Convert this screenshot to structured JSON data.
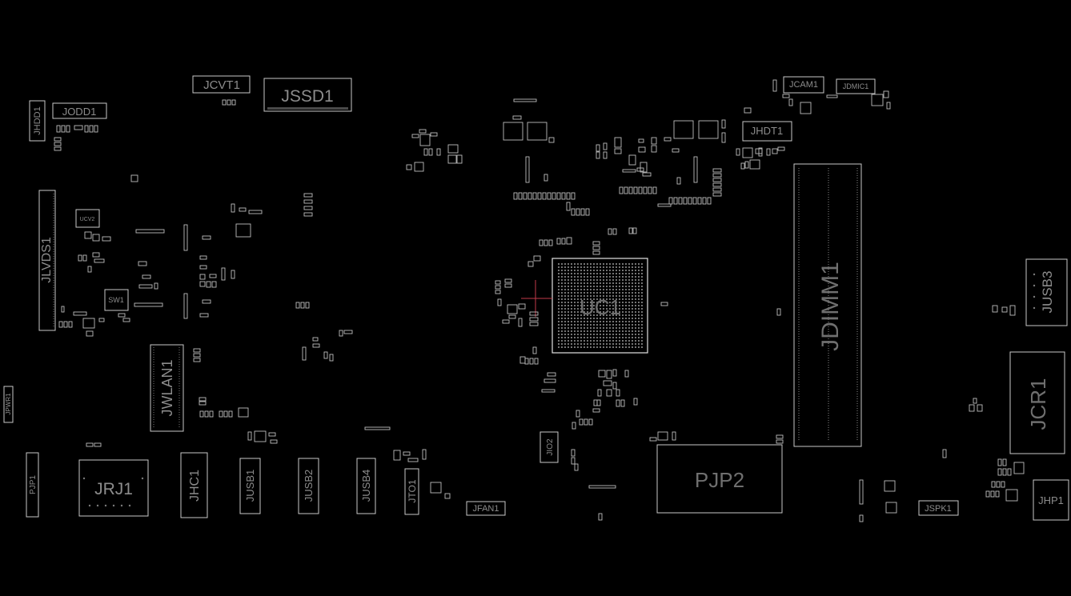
{
  "title": "",
  "labels": {
    "jhdd1": "JHDD1",
    "jodd1": "JODD1",
    "jcvt1": "JCVT1",
    "jssd1": "JSSD1",
    "jcam1": "JCAM1",
    "jdmic1": "JDMIC1",
    "jhdt1": "JHDT1",
    "ucv2": "UCV2",
    "jlvds1": "JLVDS1",
    "sw1": "SW1",
    "jwlan1": "JWLAN1",
    "jpwr1": "JPWR1",
    "jpj1": "PJP1",
    "jrj1": "JRJ1",
    "jhc1": "JHC1",
    "jusb1": "JUSB1",
    "jusb2": "JUSB2",
    "jusb4": "JUSB4",
    "jto1": "JTO1",
    "jfan1": "JFAN1",
    "jio2": "JIO2",
    "uc1": "UC1",
    "pjp2": "PJP2",
    "jdimm1": "JDIMM1",
    "jusb3": "JUSB3",
    "jcr1": "JCR1",
    "jspk1": "JSPK1",
    "jhp1": "JHP1"
  },
  "colors": {
    "background": "#000000",
    "outline": "#c9c9c9",
    "label": "#8c8c8c",
    "crosshair": "#c23a4a"
  }
}
